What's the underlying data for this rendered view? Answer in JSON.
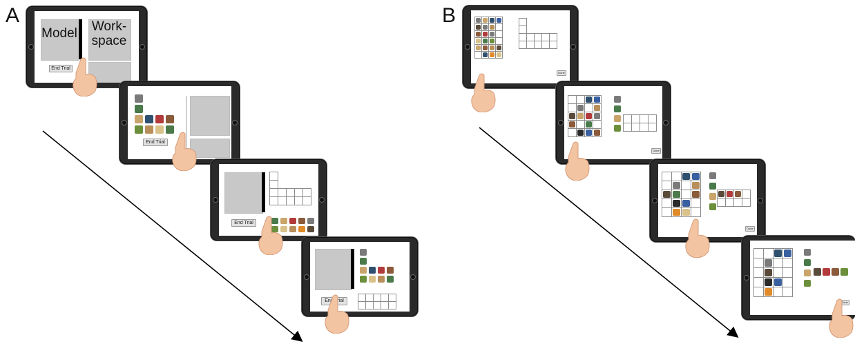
{
  "panels": {
    "a": {
      "letter": "A"
    },
    "b": {
      "letter": "B"
    }
  },
  "a1": {
    "model_label": "Model",
    "workspace_label": "Work-\nspace",
    "end_trial": "End Trial"
  },
  "a2": {
    "end_trial": "End Trial"
  },
  "a3": {
    "end_trial": "End Trial"
  },
  "a4": {
    "end_trial": "End Trial"
  },
  "b": {
    "done": "Done"
  },
  "colors": {
    "tablet_frame": "#2a2a2a",
    "screen_bg": "#ffffff",
    "gray_box": "#c8c8c8",
    "button_bg": "#e2e2e2",
    "skin": "#f3c4a2",
    "object_palette": [
      "#6b8f3a",
      "#c9a46b",
      "#8a5a3a",
      "#b23a3a",
      "#3a5fa0",
      "#e08a2a",
      "#7a7a7a",
      "#4a7a4a",
      "#b88f5a",
      "#2f4f6f",
      "#d9c28a",
      "#5a4a3a"
    ]
  },
  "icons": {
    "pointing_hand": "pointing-hand-icon",
    "time_arrow": "diagonal-arrow-icon"
  }
}
